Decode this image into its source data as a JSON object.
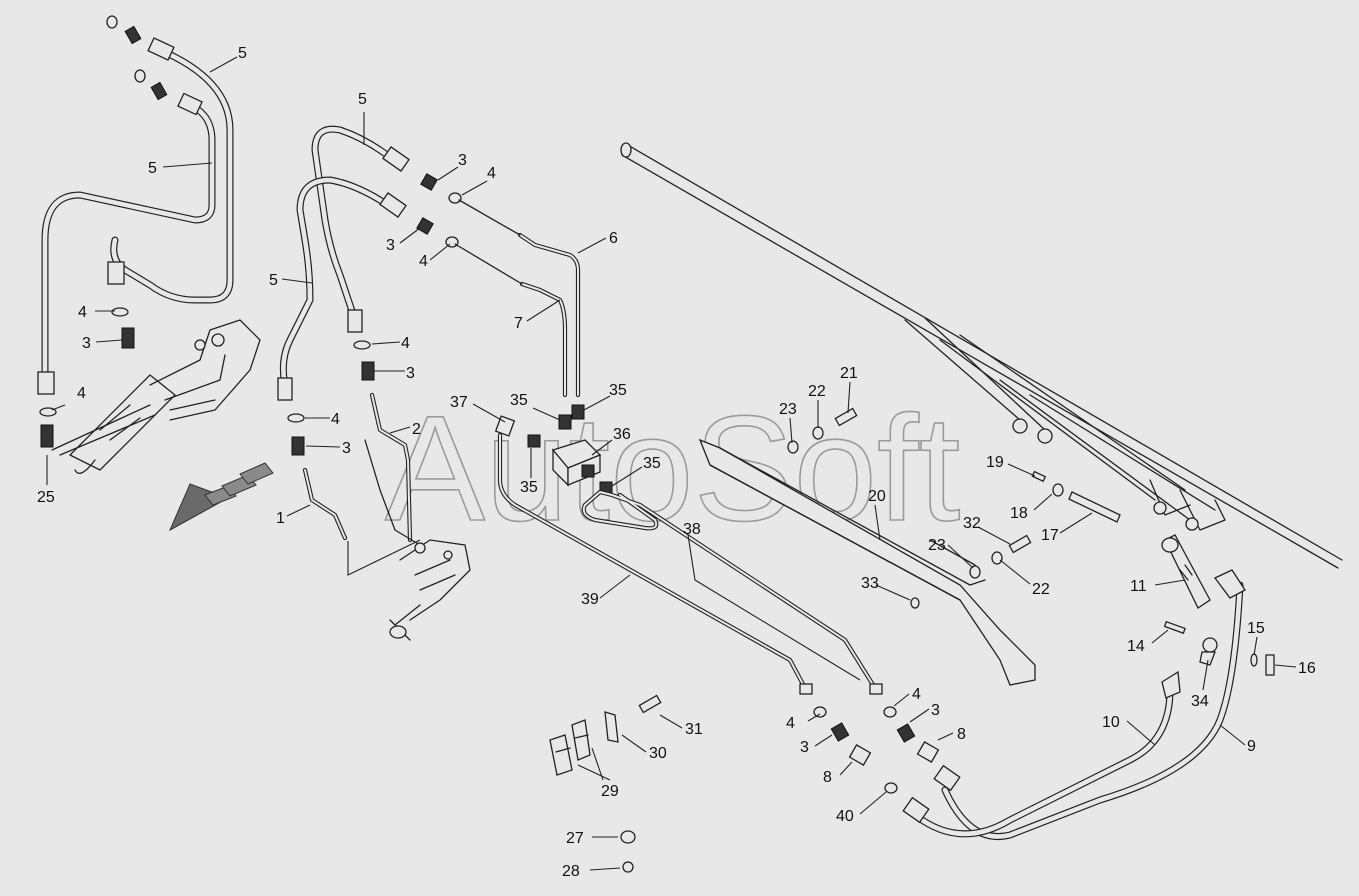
{
  "watermark": "AutoSoft",
  "labels": {
    "l1": "1",
    "l2": "2",
    "l3a": "3",
    "l3b": "3",
    "l3c": "3",
    "l3d": "3",
    "l3e": "3",
    "l3f": "3",
    "l3g": "3",
    "l4a": "4",
    "l4b": "4",
    "l4c": "4",
    "l4d": "4",
    "l4e": "4",
    "l4f": "4",
    "l4g": "4",
    "l4h": "4",
    "l5a": "5",
    "l5b": "5",
    "l5c": "5",
    "l5d": "5",
    "l6": "6",
    "l7": "7",
    "l8a": "8",
    "l8b": "8",
    "l9": "9",
    "l10": "10",
    "l11": "11",
    "l14": "14",
    "l15": "15",
    "l16": "16",
    "l17": "17",
    "l18": "18",
    "l19": "19",
    "l20": "20",
    "l21": "21",
    "l22a": "22",
    "l22b": "22",
    "l23a": "23",
    "l23b": "23",
    "l25": "25",
    "l27": "27",
    "l28": "28",
    "l29": "29",
    "l30": "30",
    "l31": "31",
    "l32": "32",
    "l33": "33",
    "l34": "34",
    "l35a": "35",
    "l35b": "35",
    "l35c": "35",
    "l35d": "35",
    "l36": "36",
    "l37": "37",
    "l38": "38",
    "l39": "39",
    "l40": "40"
  },
  "colors": {
    "background": "#e8e8e8",
    "line": "#222222",
    "watermark": "#9a9a9a"
  }
}
